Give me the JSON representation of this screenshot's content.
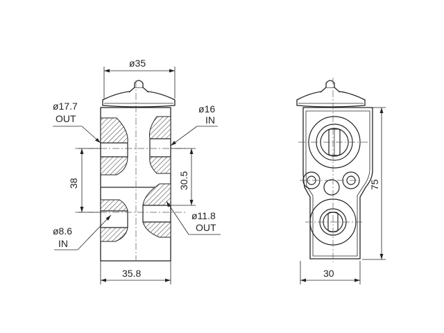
{
  "dimensions": {
    "top_width": "ø35",
    "port_out_large": "ø17.7",
    "port_out_large_tag": "OUT",
    "port_in_large": "ø16",
    "port_in_large_tag": "IN",
    "left_spacing": "38",
    "right_spacing": "30.5",
    "port_in_small": "ø8.6",
    "port_in_small_tag": "IN",
    "port_out_small": "ø11.8",
    "port_out_small_tag": "OUT",
    "bottom_width": "35.8",
    "side_height": "75",
    "side_width": "30"
  },
  "colors": {
    "line": "#222222",
    "background": "#ffffff"
  }
}
